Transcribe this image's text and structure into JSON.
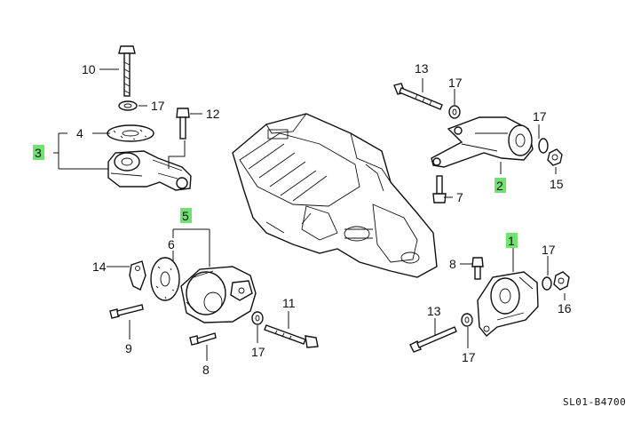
{
  "labels": {
    "l1": "1",
    "l2": "2",
    "l3": "3",
    "l4": "4",
    "l5": "5",
    "l6": "6",
    "l7": "7",
    "l8a": "8",
    "l8b": "8",
    "l9": "9",
    "l10": "10",
    "l11": "11",
    "l12": "12",
    "l13a": "13",
    "l13b": "13",
    "l14": "14",
    "l15": "15",
    "l16": "16",
    "l17a": "17",
    "l17b": "17",
    "l17c": "17",
    "l17d": "17",
    "l17e": "17",
    "l17f": "17"
  },
  "highlighted_labels": [
    "1",
    "2",
    "3",
    "5"
  ],
  "highlight_color": "#6fe36f",
  "diagram_code": "SL01-B4700"
}
